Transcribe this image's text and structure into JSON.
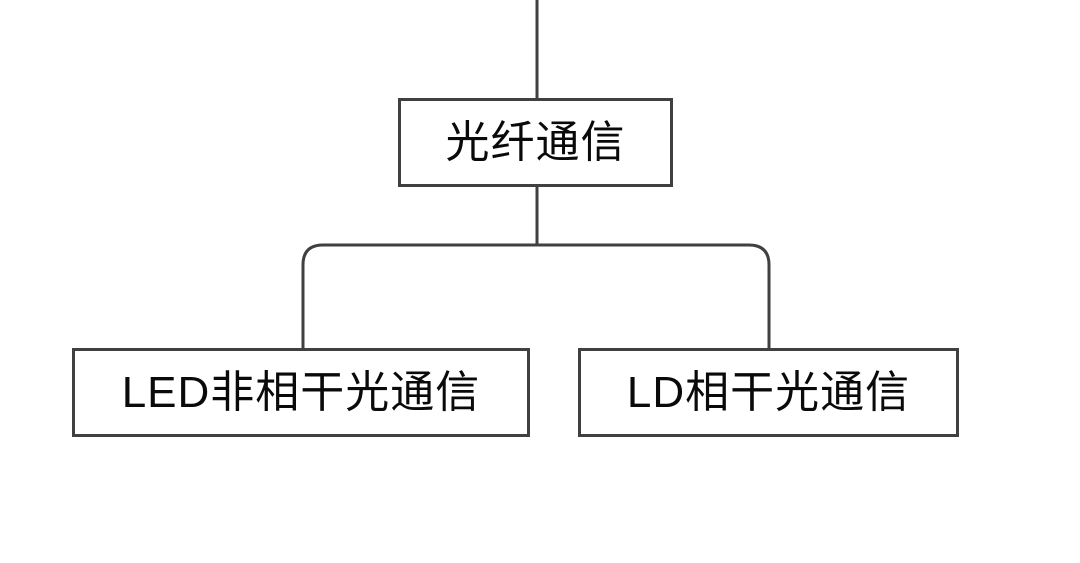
{
  "diagram": {
    "type": "tree",
    "root": {
      "label": "光纤通信"
    },
    "children": [
      {
        "label": "LED非相干光通信"
      },
      {
        "label": "LD相干光通信"
      }
    ],
    "colors": {
      "line": "#404040",
      "node_border": "#404040",
      "node_fill": "#ffffff",
      "text": "#0a0a0a",
      "background": "#ffffff"
    }
  }
}
